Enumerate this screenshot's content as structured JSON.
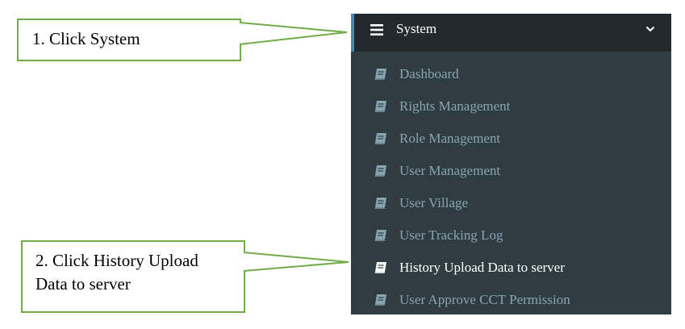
{
  "callouts": {
    "step1": "1. Click System",
    "step2_line1": "2. Click History Upload",
    "step2_line2": "Data to server"
  },
  "menu": {
    "header": {
      "title": "System",
      "icon": "hamburger-icon",
      "expand_icon": "chevron-down-icon"
    },
    "items": [
      {
        "label": "Dashboard",
        "icon": "book-icon",
        "active": false
      },
      {
        "label": "Rights Management",
        "icon": "book-icon",
        "active": false
      },
      {
        "label": "Role Management",
        "icon": "book-icon",
        "active": false
      },
      {
        "label": "User Management",
        "icon": "book-icon",
        "active": false
      },
      {
        "label": "User Village",
        "icon": "book-icon",
        "active": false
      },
      {
        "label": "User Tracking Log",
        "icon": "book-icon",
        "active": false
      },
      {
        "label": "History Upload Data to server",
        "icon": "book-icon",
        "active": true
      },
      {
        "label": "User Approve CCT Permission",
        "icon": "book-icon",
        "active": false
      }
    ]
  },
  "colors": {
    "callout_border": "#70ad47",
    "menu_bg": "#2f3d43",
    "header_bg": "#23292d",
    "accent": "#3c8dbc",
    "item_text": "#8aa4af",
    "active_text": "#ffffff"
  }
}
